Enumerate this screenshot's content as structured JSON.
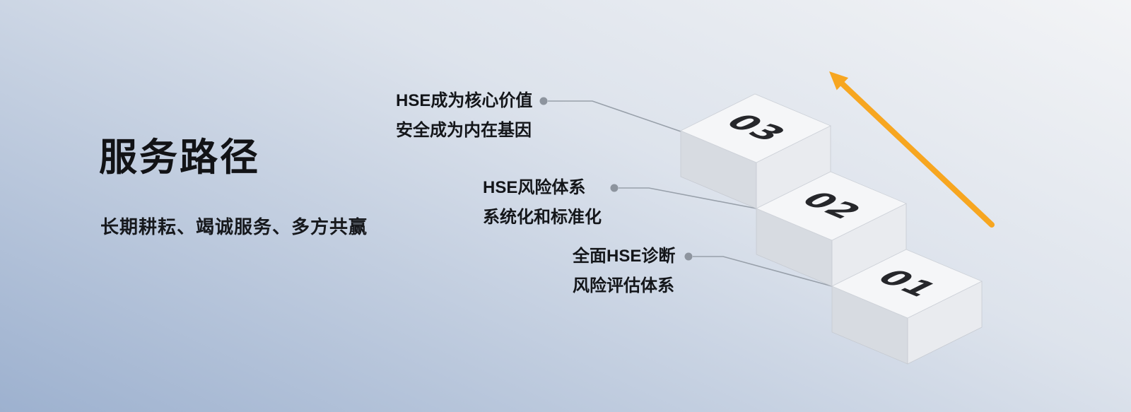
{
  "intro": {
    "title": "服务路径",
    "subtitle": "长期耕耘、竭诚服务、多方共赢"
  },
  "steps": [
    {
      "number": "03",
      "label_line1": "HSE成为核心价值",
      "label_line2": "安全成为内在基因"
    },
    {
      "number": "02",
      "label_line1": "HSE风险体系",
      "label_line2": "系统化和标准化"
    },
    {
      "number": "01",
      "label_line1": "全面HSE诊断",
      "label_line2": "风险评估体系"
    }
  ],
  "colors": {
    "arrow": "#F7A620",
    "step_top": "#F5F6F8",
    "step_side_left": "#D7DBE1",
    "step_side_right": "#E9EBEF",
    "step_number": "#26272B",
    "connector": "#98A0AA",
    "connector_dot": "#8D949E",
    "background_top": "#F3F4F6",
    "background_mid": "#DDE3EC",
    "background_bottom": "#9DB1CF"
  }
}
